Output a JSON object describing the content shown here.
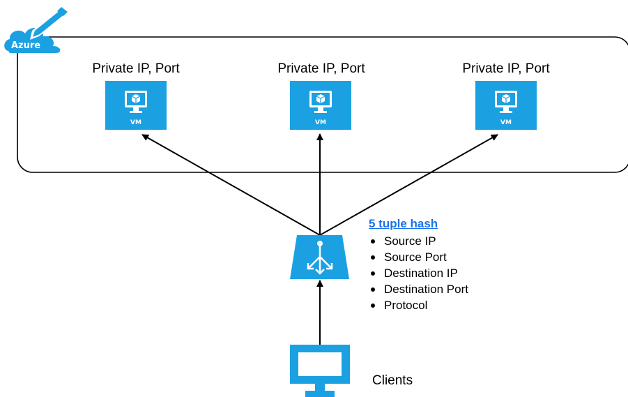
{
  "cloud": {
    "label": "Azure",
    "icon": "azure-cloud-edit-icon",
    "accent_color": "#1ba1e2"
  },
  "vms": [
    {
      "address_label": "Private IP, Port",
      "tag": "VM",
      "icon": "virtual-machine-icon"
    },
    {
      "address_label": "Private IP, Port",
      "tag": "VM",
      "icon": "virtual-machine-icon"
    },
    {
      "address_label": "Private IP, Port",
      "tag": "VM",
      "icon": "virtual-machine-icon"
    }
  ],
  "load_balancer": {
    "icon": "load-balancer-icon"
  },
  "hash_info": {
    "title": "5 tuple hash",
    "title_color": "#1a73e8",
    "items": [
      "Source IP",
      "Source Port",
      "Destination IP",
      "Destination Port",
      "Protocol"
    ]
  },
  "clients": {
    "label": "Clients",
    "icon": "monitor-icon"
  }
}
